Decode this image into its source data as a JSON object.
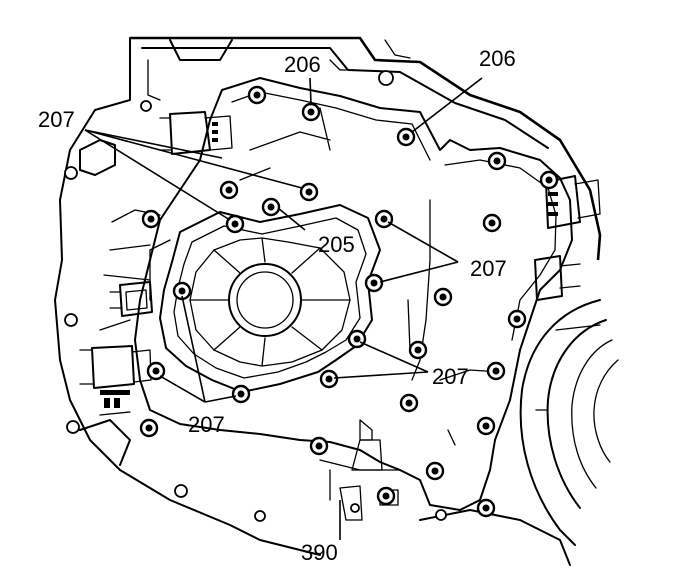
{
  "callouts": {
    "c206_left": "206",
    "c206_right": "206",
    "c207_topleft": "207",
    "c205": "205",
    "c207_right_upper": "207",
    "c207_right_lower": "207",
    "c207_bottom": "207",
    "c390": "390"
  }
}
